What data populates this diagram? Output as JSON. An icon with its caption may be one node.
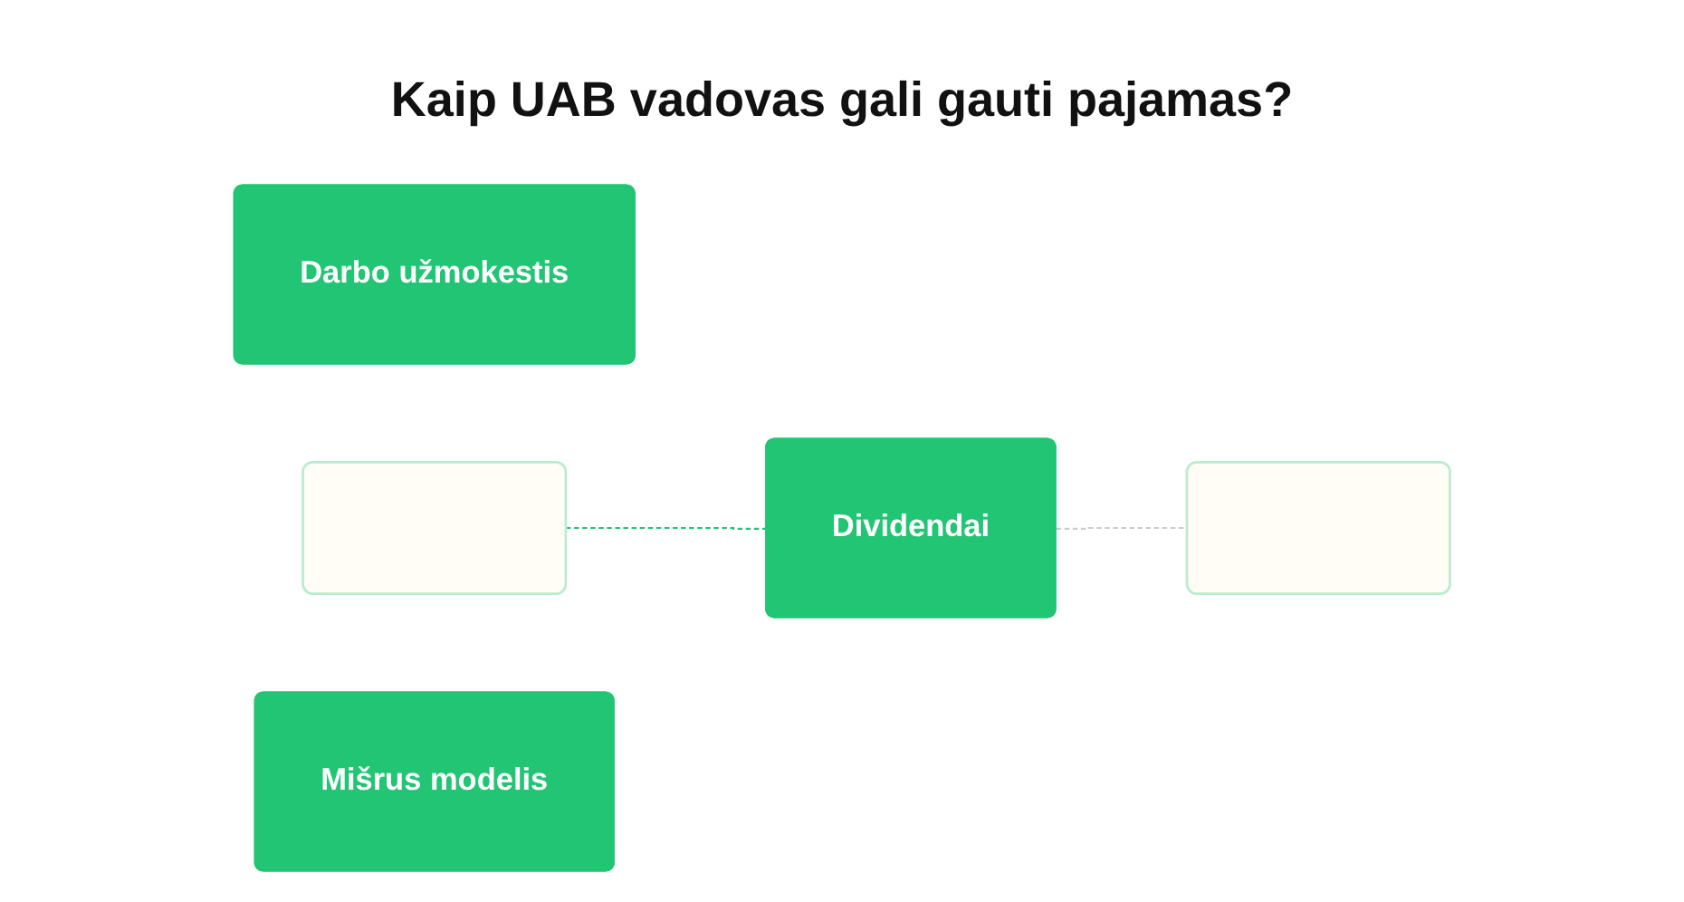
{
  "diagram": {
    "title": "Kaip UAB vadovas gali gauti pajamas?",
    "nodes": [
      {
        "text": [
          "Darbo užmokestis"
        ]
      },
      {
        "text": [],
        "shape": "box"
      },
      {
        "text": [
          "Dividendai"
        ]
      },
      {
        "text": [
          "Mišrus modelis"
        ]
      },
      {
        "text": [],
        "shape": "box"
      }
    ],
    "edges": [
      {
        "from": 1,
        "to": 2,
        "arrow": "none",
        "style": "dashed"
      },
      {
        "from": 2,
        "to": 4,
        "arrow": "none",
        "style": "dashed",
        "color": "#cccccc"
      }
    ]
  }
}
